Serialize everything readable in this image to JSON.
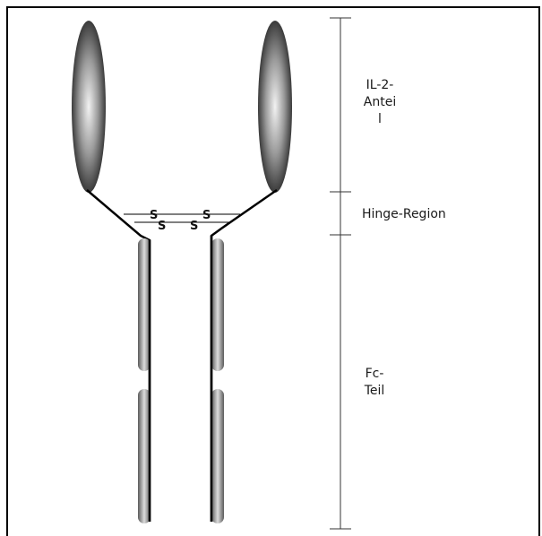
{
  "labels": {
    "il2": [
      "IL-2-",
      "Antei",
      "l"
    ],
    "hinge": "Hinge-Region",
    "fc": [
      "Fc-",
      "Teil"
    ]
  },
  "disulfide": {
    "upper_left": "S",
    "upper_right": "S",
    "lower_left": "S",
    "lower_right": "S"
  },
  "colors": {
    "frame": "#000000",
    "domain_dark": "#3c3c3c",
    "domain_light": "#e8e8e8",
    "bracket": "#333333"
  }
}
